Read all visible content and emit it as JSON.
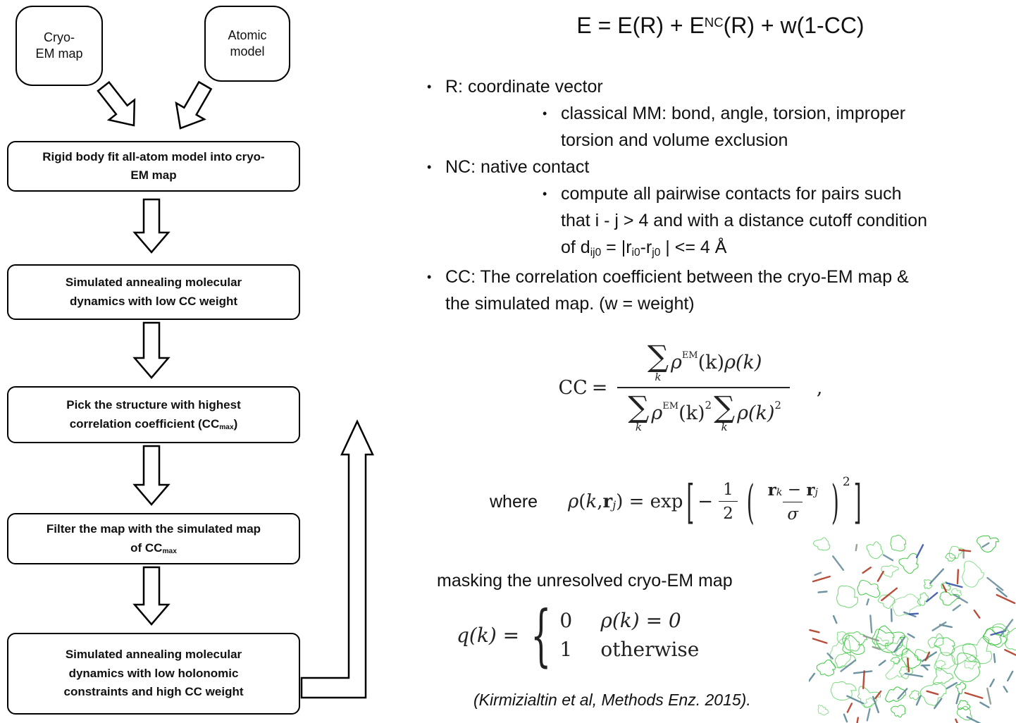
{
  "flowchart": {
    "nodes": [
      {
        "line1": "Cryo-",
        "line2": "EM map"
      },
      {
        "line1": "Atomic",
        "line2": "model"
      }
    ],
    "steps": [
      {
        "line1": "Rigid body fit all-atom model into cryo-",
        "line2": "EM map"
      },
      {
        "line1": "Simulated annealing molecular",
        "line2": "dynamics with low CC weight"
      },
      {
        "line1": "Pick the structure with highest",
        "line2_pre": "correlation coefficient (CC",
        "line2_sub": "max",
        "line2_post": ")"
      },
      {
        "line1": "Filter the map with the simulated map",
        "line2_pre": "of CC",
        "line2_sub": "max",
        "line2_post": ""
      },
      {
        "line1": "Simulated annealing molecular",
        "line2": "dynamics with low holonomic",
        "line3": "constraints and high CC weight"
      }
    ]
  },
  "title_eq": {
    "pre": "E = E(R) + E",
    "sup": "NC",
    "post": "(R) + w(1-CC)"
  },
  "bullets": {
    "r_head": "R: coordinate vector",
    "r_sub_l1": "classical MM: bond, angle, torsion, improper",
    "r_sub_l2": "torsion and volume exclusion",
    "nc_head": "NC: native contact",
    "nc_sub_l1": "compute all pairwise contacts for pairs such",
    "nc_sub_l2": "that i - j > 4 and with a distance cutoff condition",
    "nc_sub_l3": [
      "of d",
      "ij0",
      " = |r",
      "i0",
      "-r",
      "j0",
      " | <= 4 Å"
    ],
    "cc_head_l1": "CC: The correlation coefficient between the cryo-EM map &",
    "cc_head_l2": "the simulated map. (w = weight)"
  },
  "cc_eq": {
    "lhs": "CC",
    "equals": "=",
    "sum": "∑",
    "k": "k",
    "rho": "ρ",
    "em": "EM",
    "of_k": "(k)",
    "rho_k": "ρ(k)",
    "sq": "2",
    "comma": ","
  },
  "where_label": "where",
  "rho_eq": {
    "rho": "ρ",
    "open": "(",
    "k": "k",
    "comma": ", ",
    "r": "r",
    "j": "j",
    "close_eq": ") = exp",
    "lbracket": "[",
    "minus": "−",
    "one": "1",
    "two": "2",
    "lparen": "(",
    "rparen": ")",
    "sigma": "σ",
    "sup2": "2",
    "rbracket": "]"
  },
  "masking_label": "masking the unresolved cryo-EM map",
  "q_eq": {
    "lhs": "q(k) =",
    "brace": "{",
    "v0": "0",
    "c0": "ρ(k) = 0",
    "v1": "1",
    "c1": "otherwise"
  },
  "citation": "(Kirmizialtin et al, Methods Enz. 2015)."
}
